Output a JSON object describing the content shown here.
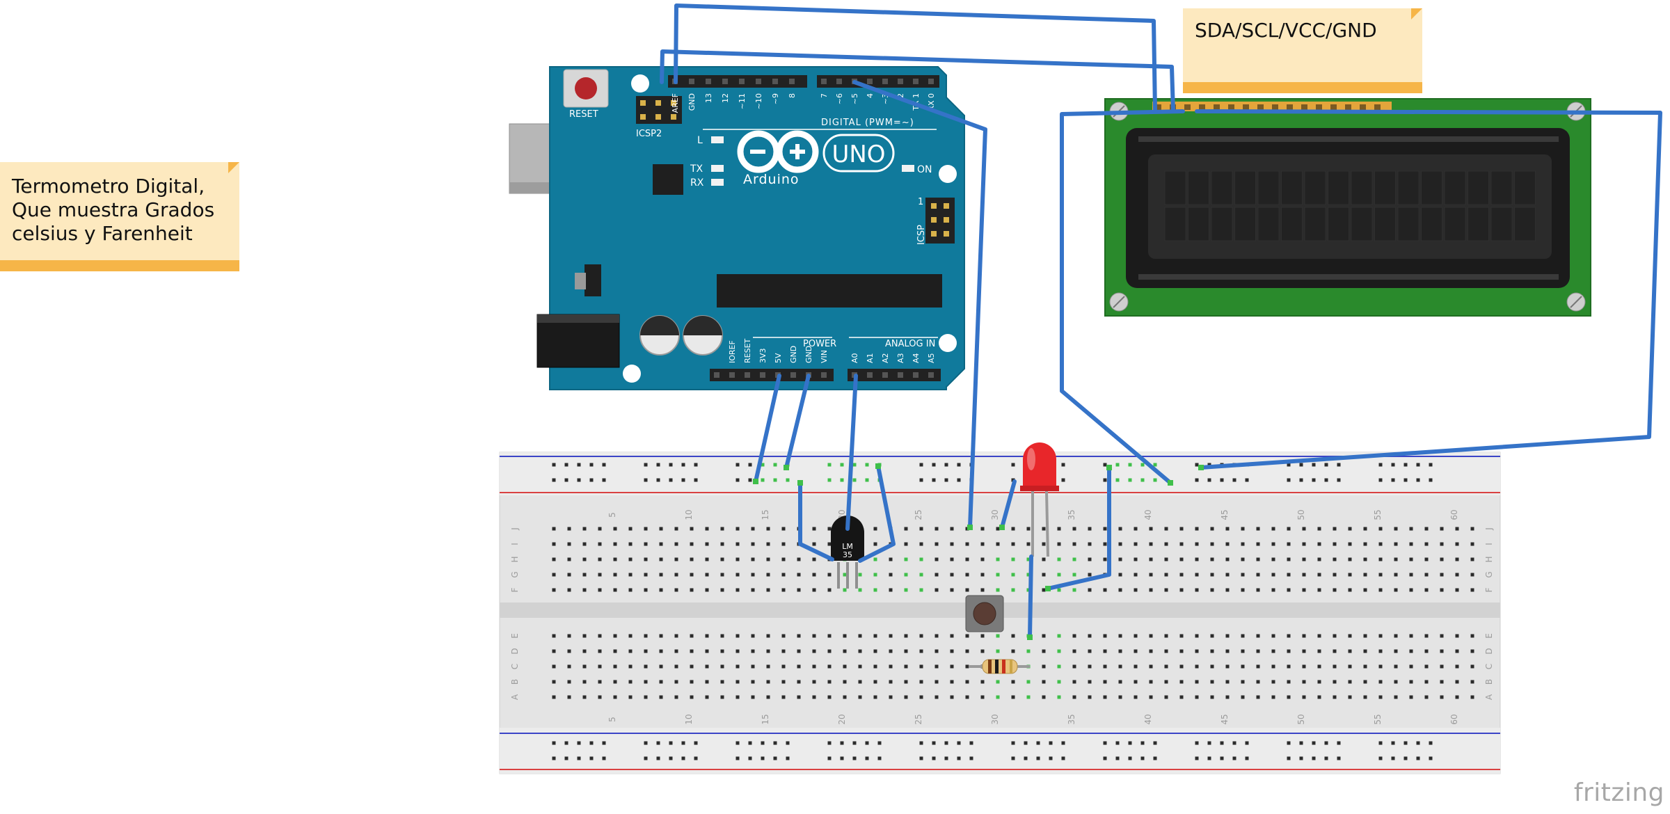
{
  "notes": {
    "title": "Termometro Digital,\nQue muestra Grados\ncelsius y Farenheit",
    "pins": "SDA/SCL/VCC/GND"
  },
  "arduino": {
    "reset_label": "RESET",
    "icsp2_label": "ICSP2",
    "icsp_label": "ICSP",
    "logo_text": "Arduino",
    "model_text": "UNO",
    "digital_label": "DIGITAL (PWM=~)",
    "power_label": "POWER",
    "analog_label": "ANALOG IN",
    "led_l": "L",
    "led_tx": "TX",
    "led_rx": "RX",
    "led_on": "ON",
    "icsp_pin1": "1",
    "top_pins": [
      "AREF",
      "GND",
      "13",
      "12",
      "~11",
      "~10",
      "~9",
      "8",
      "7",
      "~6",
      "~5",
      "4",
      "~3",
      "2",
      "TX 1",
      "RX 0"
    ],
    "power_pins": [
      "IOREF",
      "RESET",
      "3V3",
      "5V",
      "GND",
      "GND",
      "VIN"
    ],
    "analog_pins": [
      "A0",
      "A1",
      "A2",
      "A3",
      "A4",
      "A5"
    ]
  },
  "sensor": {
    "label_line1": "LM",
    "label_line2": "35"
  },
  "breadboard": {
    "column_numbers": [
      "5",
      "10",
      "15",
      "20",
      "25",
      "30",
      "35",
      "40",
      "45",
      "50",
      "55",
      "60"
    ],
    "top_row_letters": [
      "J",
      "I",
      "H",
      "G",
      "F"
    ],
    "bottom_row_letters": [
      "E",
      "D",
      "C",
      "B",
      "A"
    ]
  },
  "logo": "fritzing",
  "colors": {
    "wire": "#3573c8",
    "board": "#107a9c",
    "lcd_pcb": "#2a8a2c",
    "note_fill": "#fde9bf",
    "note_bar": "#f6b548",
    "led": "#e8262a"
  }
}
